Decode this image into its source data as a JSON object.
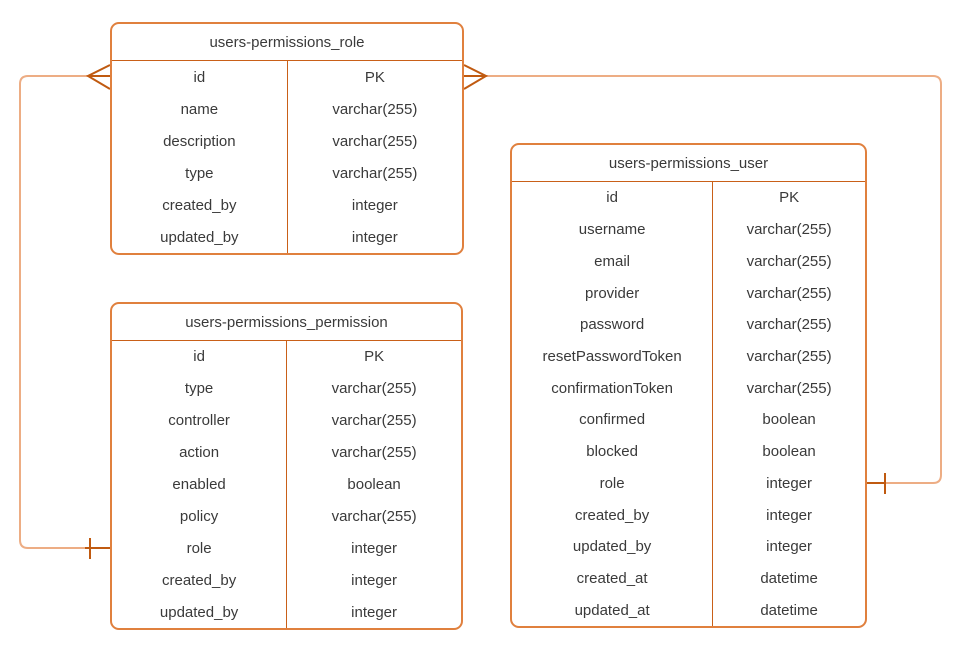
{
  "diagram": {
    "type": "entity-relationship",
    "notation": "crow's foot",
    "colors": {
      "table_border": "#E0803E",
      "table_divider": "#C96018",
      "connector_line": "#EDAD84",
      "cardinality_marker": "#C05A10",
      "text": "#3A3A3A",
      "background": "#FFFFFF"
    }
  },
  "tables": {
    "role": {
      "title": "users-permissions_role",
      "fields": [
        {
          "name": "id",
          "type": "PK"
        },
        {
          "name": "name",
          "type": "varchar(255)"
        },
        {
          "name": "description",
          "type": "varchar(255)"
        },
        {
          "name": "type",
          "type": "varchar(255)"
        },
        {
          "name": "created_by",
          "type": "integer"
        },
        {
          "name": "updated_by",
          "type": "integer"
        }
      ]
    },
    "permission": {
      "title": "users-permissions_permission",
      "fields": [
        {
          "name": "id",
          "type": "PK"
        },
        {
          "name": "type",
          "type": "varchar(255)"
        },
        {
          "name": "controller",
          "type": "varchar(255)"
        },
        {
          "name": "action",
          "type": "varchar(255)"
        },
        {
          "name": "enabled",
          "type": "boolean"
        },
        {
          "name": "policy",
          "type": "varchar(255)"
        },
        {
          "name": "role",
          "type": "integer"
        },
        {
          "name": "created_by",
          "type": "integer"
        },
        {
          "name": "updated_by",
          "type": "integer"
        }
      ]
    },
    "user": {
      "title": "users-permissions_user",
      "fields": [
        {
          "name": "id",
          "type": "PK"
        },
        {
          "name": "username",
          "type": "varchar(255)"
        },
        {
          "name": "email",
          "type": "varchar(255)"
        },
        {
          "name": "provider",
          "type": "varchar(255)"
        },
        {
          "name": "password",
          "type": "varchar(255)"
        },
        {
          "name": "resetPasswordToken",
          "type": "varchar(255)"
        },
        {
          "name": "confirmationToken",
          "type": "varchar(255)"
        },
        {
          "name": "confirmed",
          "type": "boolean"
        },
        {
          "name": "blocked",
          "type": "boolean"
        },
        {
          "name": "role",
          "type": "integer"
        },
        {
          "name": "created_by",
          "type": "integer"
        },
        {
          "name": "updated_by",
          "type": "integer"
        },
        {
          "name": "created_at",
          "type": "datetime"
        },
        {
          "name": "updated_at",
          "type": "datetime"
        }
      ]
    }
  },
  "relationships": [
    {
      "from_table": "users-permissions_role",
      "from_field": "id",
      "from_cardinality": "many",
      "to_table": "users-permissions_permission",
      "to_field": "role",
      "to_cardinality": "one"
    },
    {
      "from_table": "users-permissions_role",
      "from_field": "id",
      "from_cardinality": "many",
      "to_table": "users-permissions_user",
      "to_field": "role",
      "to_cardinality": "one"
    }
  ]
}
